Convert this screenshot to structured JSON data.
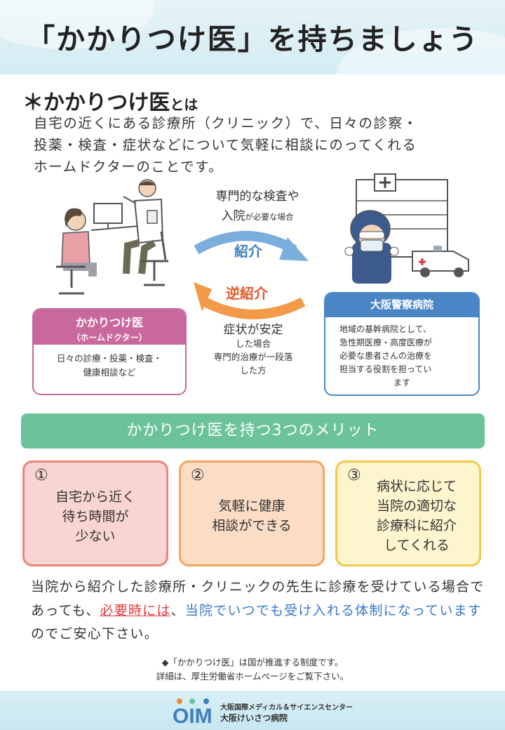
{
  "title": "「かかりつけ医」を持ちましょう",
  "section_heading": {
    "bullet": "＊",
    "main": "かかりつけ医",
    "suffix": "とは"
  },
  "intro": [
    "自宅の近くにある診療所（クリニック）で、日々の診察・",
    "投薬・検査・症状などについて気軽に相談にのってくれる",
    "ホームドクターのことです。"
  ],
  "flow": {
    "refer_line1": "専門的な検査や",
    "refer_line2_big": "入院",
    "refer_line2_small": "が必要な場合",
    "refer_arrow": "紹介",
    "back_arrow": "逆紹介",
    "back_line1": "症状が安定",
    "back_line2": "した場合",
    "back_line3": "専門的治療が一段落",
    "back_line4": "した方"
  },
  "clinic_box": {
    "title": "かかりつけ医",
    "subtitle": "（ホームドクター）",
    "body1": "日々の診療・投薬・検査・",
    "body2": "健康相談など"
  },
  "hospital_box": {
    "title": "大阪警察病院",
    "body": [
      "地域の基幹病院として、",
      "急性期医療・高度医療が",
      "必要な患者さんの治療を",
      "担当する役割を担ってい",
      "ます"
    ]
  },
  "merit_banner": "かかりつけ医を持つ3つのメリット",
  "merits": [
    {
      "num": "①",
      "lines": [
        "自宅から近く",
        "待ち時間が",
        "少ない"
      ]
    },
    {
      "num": "②",
      "lines": [
        "気軽に健康",
        "相談ができる"
      ]
    },
    {
      "num": "③",
      "lines": [
        "病状に応じて",
        "当院の適切な",
        "診療科に紹介",
        "してくれる"
      ]
    }
  ],
  "note": {
    "part1": "当院から紹介した診療所・クリニックの先生に診療を受けている場合であっても、",
    "red": "必要時には",
    "part2": "、",
    "blue": "当院でいつでも受け入れる体制になっています",
    "part3": "のでご安心下さい。"
  },
  "footnote": {
    "line1": "◆「かかりつけ医」は国が推進する制度です。",
    "line2": "詳細は、厚生労働省ホームページをご覧下さい。"
  },
  "logo": {
    "mark": "OIM",
    "line1": "大阪国際メディカル＆サイエンスセンター",
    "line2": "大阪けいさつ病院"
  },
  "colors": {
    "clinic_accent": "#c9689c",
    "hospital_accent": "#4a86c6",
    "banner_green": "#6cc39b",
    "referral_blue": "#3f7fbf",
    "back_referral_orange": "#e05a2a",
    "note_red": "#e03a3a",
    "note_blue": "#3a78c8"
  }
}
